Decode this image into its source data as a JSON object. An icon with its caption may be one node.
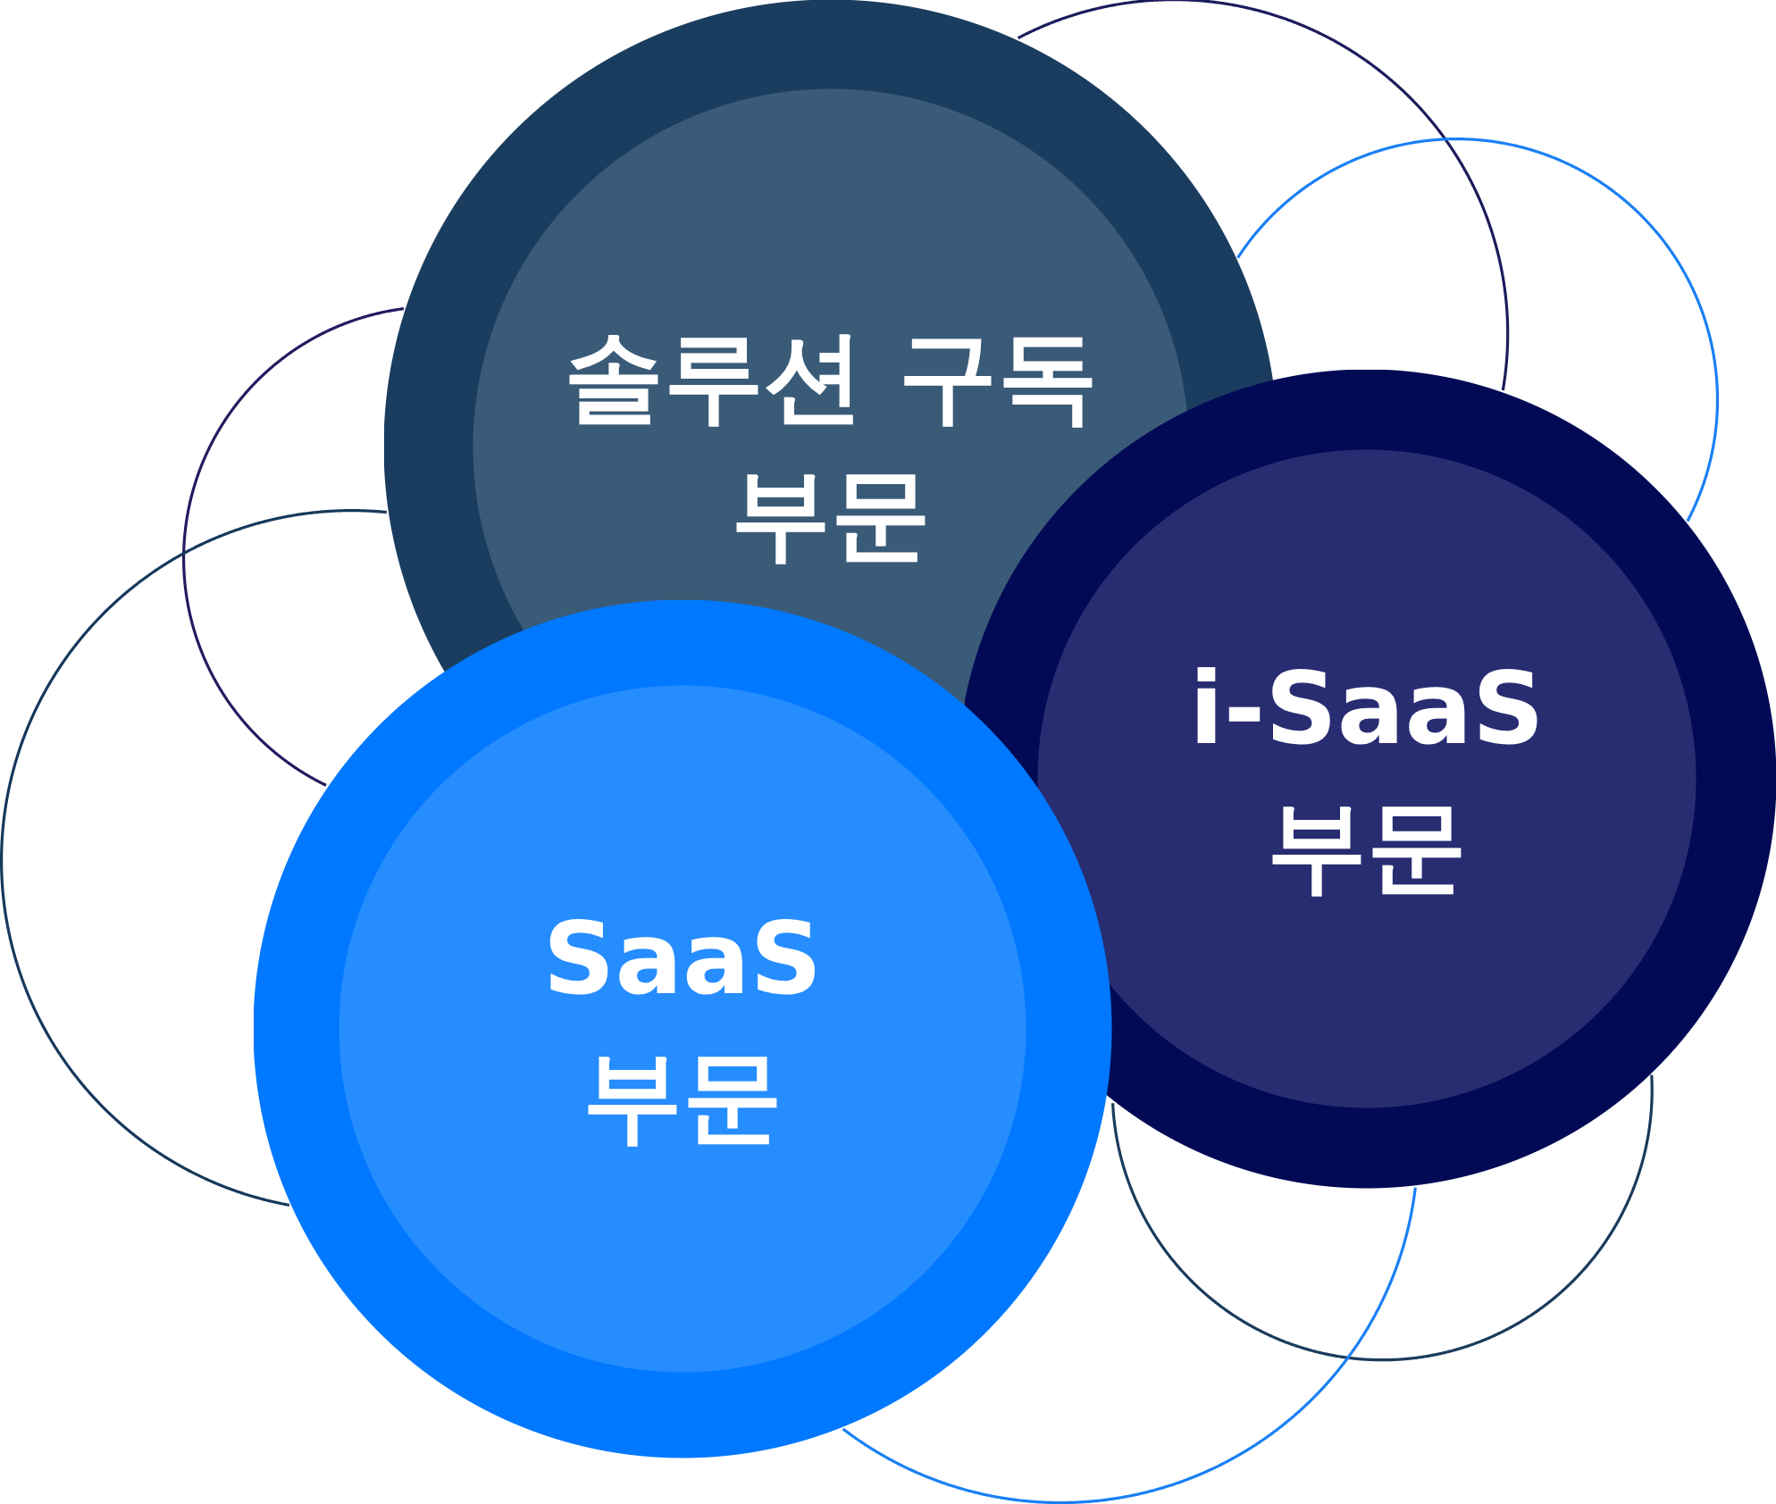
{
  "diagram": {
    "nodes": [
      {
        "text": [
          "솔루션 구독 부문"
        ]
      },
      {
        "text": [
          "i-SaaS 부문"
        ]
      },
      {
        "text": [
          "SaaS 부문"
        ]
      },
      {
        "text": [],
        "shape": "circle"
      },
      {
        "text": [],
        "shape": "circle"
      },
      {
        "text": [],
        "shape": "circle"
      },
      {
        "text": [],
        "shape": "circle"
      },
      {
        "text": [],
        "shape": "circle"
      },
      {
        "text": [],
        "shape": "circle"
      }
    ]
  }
}
